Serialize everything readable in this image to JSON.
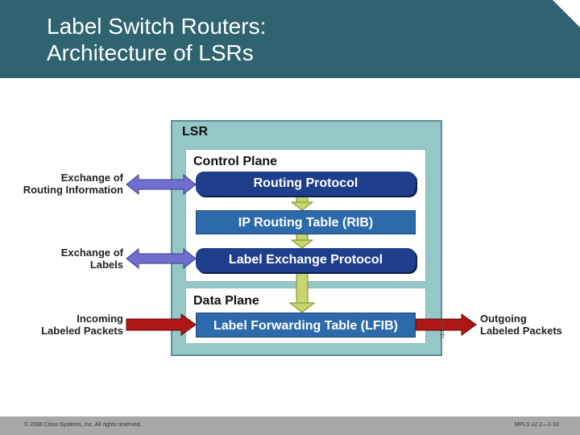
{
  "slide": {
    "title_line1": "Label Switch Routers:",
    "title_line2": "Architecture of LSRs"
  },
  "diagram": {
    "lsr_label": "LSR",
    "control_plane_label": "Control Plane",
    "routing_protocol": "Routing Protocol",
    "rib": "IP Routing Table (RIB)",
    "label_exchange": "Label Exchange Protocol",
    "data_plane_label": "Data Plane",
    "lfib": "Label Forwarding Table (LFIB)",
    "exchange_routing_line1": "Exchange of",
    "exchange_routing_line2": "Routing Information",
    "exchange_labels_line1": "Exchange of",
    "exchange_labels_line2": "Labels",
    "incoming_line1": "Incoming",
    "incoming_line2": "Labeled Packets",
    "outgoing_line1": "Outgoing",
    "outgoing_line2": "Labeled Packets",
    "figure_code": "ЦЦЦЦ_"
  },
  "footer": {
    "copyright": "© 2006 Cisco Systems, Inc. All rights reserved.",
    "page": "MPLS v2.2—1-10"
  },
  "colors": {
    "header": "#2f6370",
    "lsr_fill": "#96c7c8",
    "pill_fill": "#1f3f8c",
    "table_fill": "#2c6aab",
    "exchange_arrow": "#6f6fd0",
    "packet_arrow": "#b01616",
    "flow_arrow": "#c9d46a"
  }
}
